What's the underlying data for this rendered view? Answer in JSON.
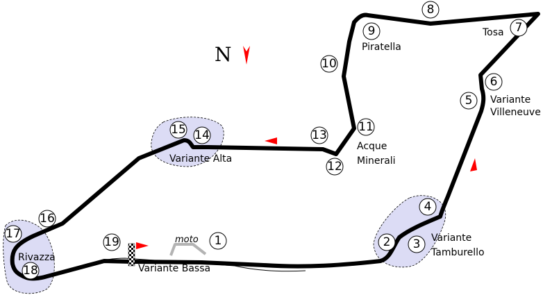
{
  "colors": {
    "track": "#000000",
    "chicane_highlight": "#dcdcf5",
    "direction_arrow": "#ff0000",
    "motorcycle_track": "#b3b3b3"
  },
  "compass": {
    "letter": "N",
    "icon": "north-arrow-icon"
  },
  "moto_label": "moto",
  "corners": {
    "variante_bassa": "Variante Bassa",
    "variante_tamburello": [
      "Variante",
      "Tamburello"
    ],
    "variante_villeneuve": [
      "Variante",
      "Villeneuve"
    ],
    "tosa": "Tosa",
    "piratella": "Piratella",
    "acque_minerali": [
      "Acque",
      "Minerali"
    ],
    "variante_alta": "Variante Alta",
    "rivazza": "Rivazza"
  },
  "turns": {
    "t1": "1",
    "t2": "2",
    "t3": "3",
    "t4": "4",
    "t5": "5",
    "t6": "6",
    "t7": "7",
    "t8": "8",
    "t9": "9",
    "t10": "10",
    "t11": "11",
    "t12": "12",
    "t13": "13",
    "t14": "14",
    "t15": "15",
    "t16": "16",
    "t17": "17",
    "t18": "18",
    "t19": "19"
  }
}
